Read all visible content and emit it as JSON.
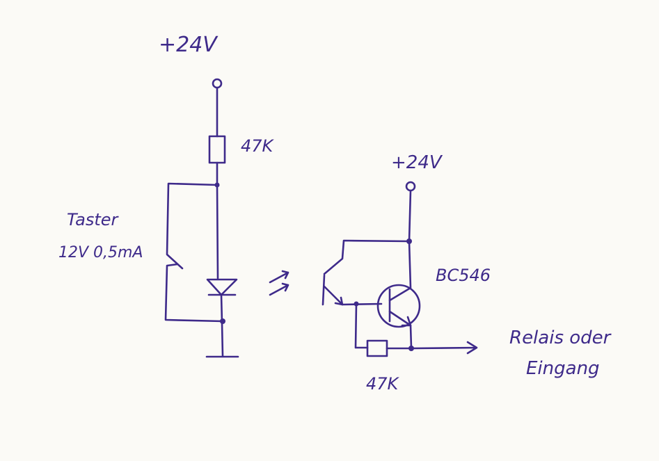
{
  "labels": {
    "supply_left": "+24V",
    "resistor_top": "47K",
    "switch_name": "Taster",
    "switch_rating": "12V 0,5mA",
    "supply_right": "+24V",
    "transistor": "BC546",
    "resistor_bottom": "47K",
    "output_line1": "Relais oder",
    "output_line2": "Eingang"
  },
  "colors": {
    "ink": "#3e2a8a",
    "paper": "#fbfaf6"
  }
}
